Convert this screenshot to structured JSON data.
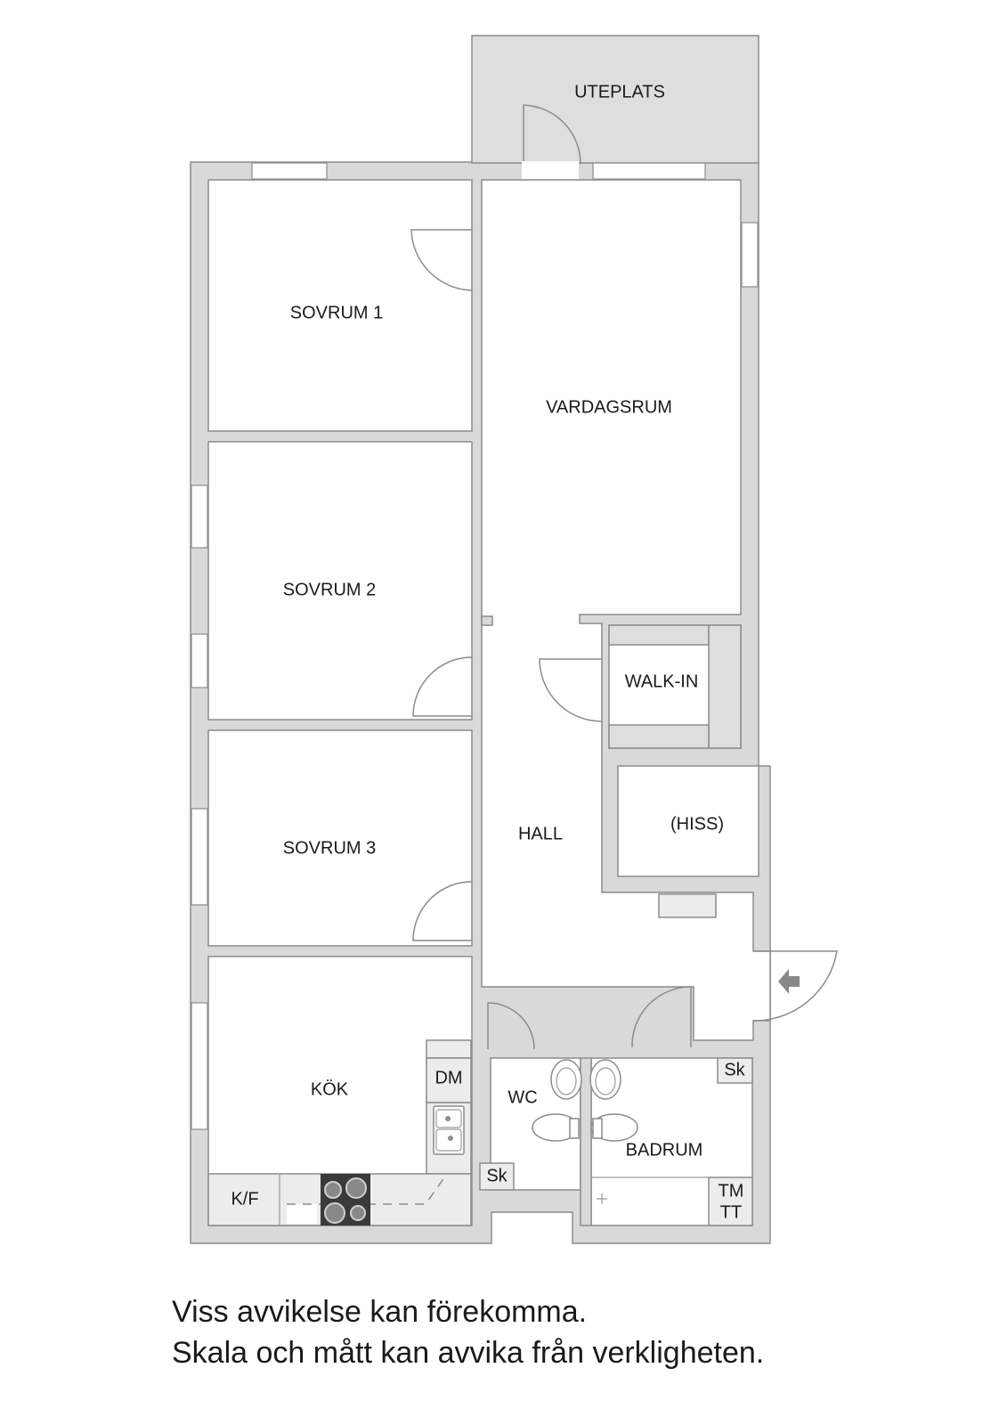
{
  "rooms": {
    "uteplats": "UTEPLATS",
    "sovrum1": "SOVRUM 1",
    "vardagsrum": "VARDAGSRUM",
    "sovrum2": "SOVRUM 2",
    "walkin": "WALK-IN",
    "hall": "HALL",
    "hiss": "(HISS)",
    "sovrum3": "SOVRUM 3",
    "kok": "KÖK",
    "wc": "WC",
    "badrum": "BADRUM"
  },
  "fixtures": {
    "dm": "DM",
    "sk_wc": "Sk",
    "sk_bad": "Sk",
    "kf": "K/F",
    "tm": "TM",
    "tt": "TT"
  },
  "disclaimer": {
    "line1": "Viss avvikelse kan förekomma.",
    "line2": "Skala och mått kan avvika från verkligheten."
  }
}
